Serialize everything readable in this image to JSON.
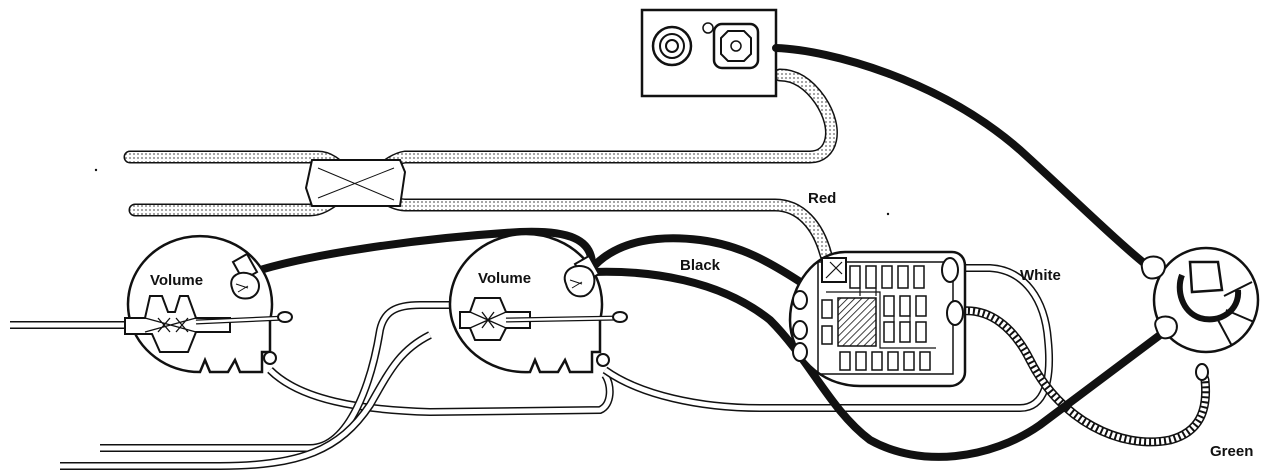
{
  "labels": {
    "volume_left": "Volume",
    "volume_right": "Volume",
    "red": "Red",
    "black": "Black",
    "white": "White",
    "green": "Green"
  },
  "colors": {
    "ink": "#111111",
    "paper": "#ffffff",
    "dots": "#777777"
  }
}
